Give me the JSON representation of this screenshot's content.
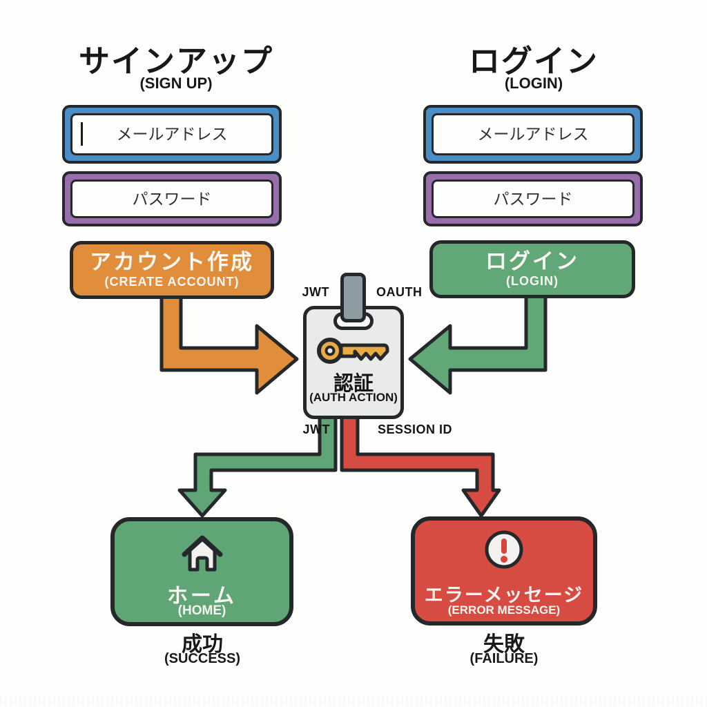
{
  "palette": {
    "blue": "#4b8dc5",
    "purple": "#9a6dad",
    "orange": "#e08d3c",
    "green": "#61a778",
    "red": "#d64b42",
    "outline": "#25282a",
    "auth_box_fill": "#e9eaea",
    "clip_gray": "#8e9ba2",
    "key_gold": "#e9ac42"
  },
  "signup": {
    "title": "サインアップ",
    "subtitle": "(SIGN UP)",
    "email_placeholder": "メールアドレス",
    "email_value": "",
    "password_placeholder": "パスワード",
    "button": {
      "label": "アカウント作成",
      "sublabel": "(CREATE ACCOUNT)"
    }
  },
  "login": {
    "title": "ログイン",
    "subtitle": "(LOGIN)",
    "email_placeholder": "メールアドレス",
    "password_placeholder": "パスワード",
    "button": {
      "label": "ログイン",
      "sublabel": "(LOGIN)"
    }
  },
  "auth": {
    "label": "認証",
    "sublabel": "(AUTH ACTION)",
    "method_left": "JWT",
    "method_right": "OAUTH",
    "token_left": "JWT",
    "token_right": "SESSION ID",
    "icon": "key-icon"
  },
  "success": {
    "box_label": "ホーム",
    "box_sublabel": "(HOME)",
    "caption": "成功",
    "caption_sub": "(SUCCESS)",
    "icon": "home-icon"
  },
  "failure": {
    "box_label": "エラーメッセージ",
    "box_sublabel": "(ERROR MESSAGE)",
    "caption": "失敗",
    "caption_sub": "(FAILURE)",
    "icon": "alert-icon"
  }
}
